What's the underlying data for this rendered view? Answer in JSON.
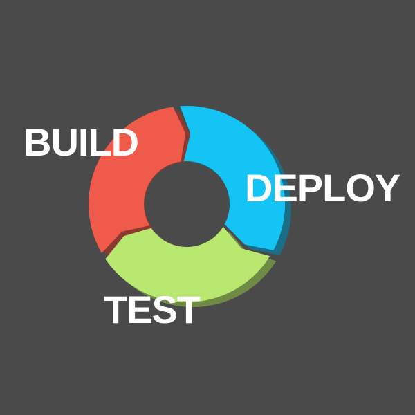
{
  "diagram": {
    "stages": [
      {
        "label": "BUILD",
        "color": "#f05a4a",
        "shade": "#8a3a30"
      },
      {
        "label": "DEPLOY",
        "color": "#14c4f5",
        "shade": "#1a6f88"
      },
      {
        "label": "TEST",
        "color": "#b8e870",
        "shade": "#6f8a45"
      }
    ],
    "background": "#4a4a4a"
  }
}
